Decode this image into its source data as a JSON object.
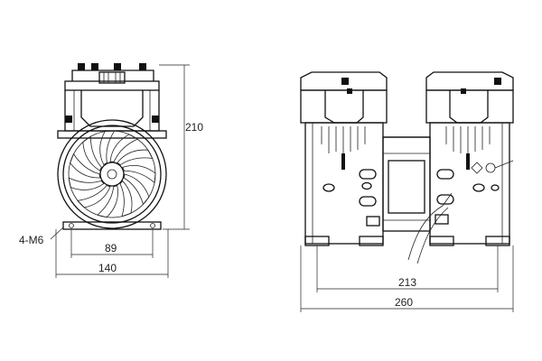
{
  "dimensions": {
    "height": "210",
    "hole_spec": "4-M6",
    "front_hole_spacing": "89",
    "front_width": "140",
    "side_hole_spacing": "213",
    "side_length": "260"
  },
  "icons": {
    "fan": "cooling-fan-icon",
    "mount_hole": "mount-hole-icon"
  },
  "colors": {
    "line": "#111111",
    "background": "#ffffff"
  }
}
